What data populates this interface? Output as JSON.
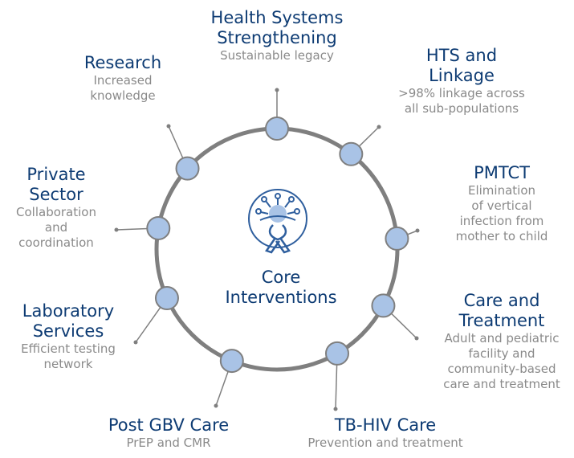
{
  "core": {
    "line1": "Core",
    "line2": "Interventions",
    "icon": "virus-ribbon-icon"
  },
  "colors": {
    "title": "#0d3b73",
    "description": "#8a8a8a",
    "ring_stroke": "#7f7f7f",
    "node_fill": "#a9c3e6",
    "node_stroke": "#7f7f7f",
    "connector": "#7f7f7f",
    "icon": "#2f5f9e"
  },
  "nodes": [
    {
      "id": "health-systems",
      "title": [
        "Health Systems",
        "Strengthening"
      ],
      "desc": [
        "Sustainable legacy"
      ]
    },
    {
      "id": "hts-linkage",
      "title": [
        "HTS and",
        "Linkage"
      ],
      "desc": [
        ">98% linkage across",
        "all sub-populations"
      ]
    },
    {
      "id": "pmtct",
      "title": [
        "PMTCT"
      ],
      "desc": [
        "Elimination",
        "of vertical",
        "infection from",
        "mother to child"
      ]
    },
    {
      "id": "care-treatment",
      "title": [
        "Care and",
        "Treatment"
      ],
      "desc": [
        "Adult and pediatric",
        "facility and",
        "community-based",
        "care and treatment"
      ]
    },
    {
      "id": "tb-hiv",
      "title": [
        "TB-HIV Care"
      ],
      "desc": [
        "Prevention and treatment"
      ]
    },
    {
      "id": "post-gbv",
      "title": [
        "Post GBV Care"
      ],
      "desc": [
        "PrEP and CMR"
      ]
    },
    {
      "id": "laboratory",
      "title": [
        "Laboratory",
        "Services"
      ],
      "desc": [
        "Efficient testing",
        "network"
      ]
    },
    {
      "id": "private-sector",
      "title": [
        "Private",
        "Sector"
      ],
      "desc": [
        "Collaboration",
        "and",
        "coordination"
      ]
    },
    {
      "id": "research",
      "title": [
        "Research"
      ],
      "desc": [
        "Increased",
        "knowledge"
      ]
    }
  ]
}
